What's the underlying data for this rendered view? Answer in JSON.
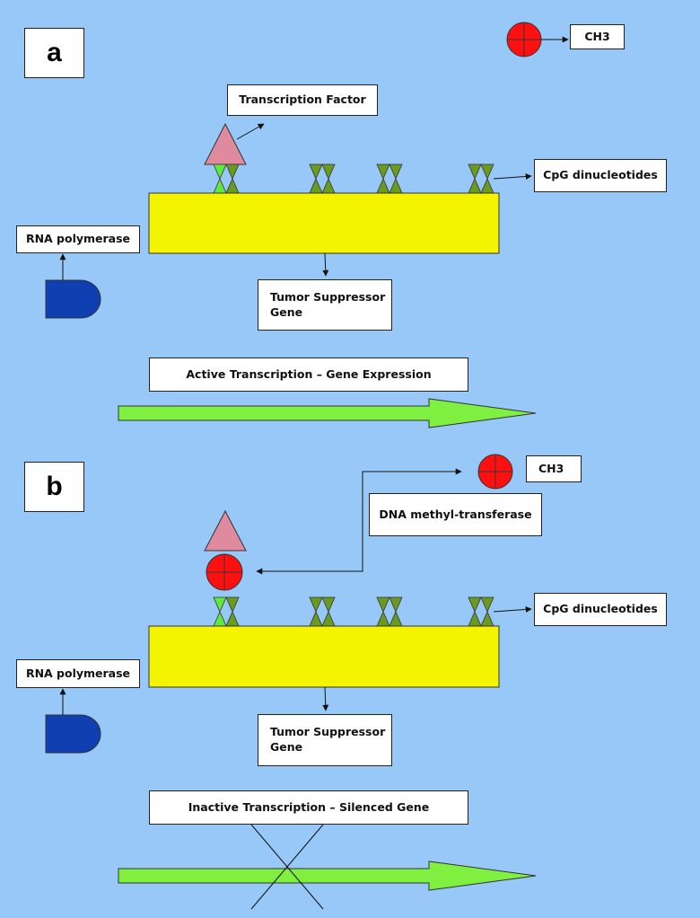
{
  "panel_a": {
    "label": "a",
    "ch3_label": "CH3",
    "transcription_factor_label": "Transcription Factor",
    "cpg_label": "CpG dinucleotides",
    "rna_polymerase_label": "RNA polymerase",
    "gene_label": "Tumor Suppressor Gene",
    "status_label": "Active Transcription – Gene Expression"
  },
  "panel_b": {
    "label": "b",
    "ch3_label": "CH3",
    "dnmt_label": "DNA methyl-transferase",
    "cpg_label": "CpG dinucleotides",
    "rna_polymerase_label": "RNA polymerase",
    "gene_label": "Tumor Suppressor Gene",
    "status_label": "Inactive Transcription – Silenced Gene"
  },
  "colors": {
    "background": "#98c8f8",
    "gene": "#f4f400",
    "arrow": "#80f040",
    "methyl": "#ff1010",
    "transcription_factor": "#e08aa0",
    "rna_polymerase": "#0f3fb0",
    "cpg_light": "#60e840",
    "cpg_dark": "#6a9a20"
  }
}
